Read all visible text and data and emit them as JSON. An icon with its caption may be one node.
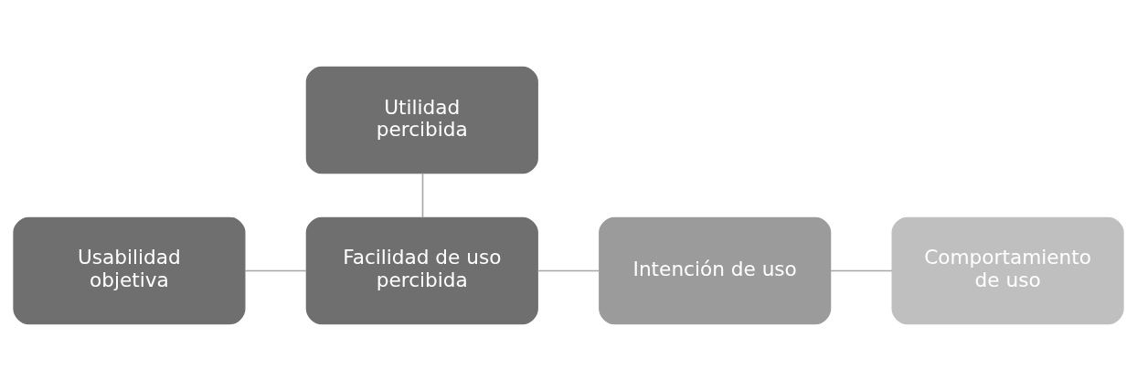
{
  "diagram": {
    "nodes": [
      {
        "text": [
          "Utilidad percibida"
        ]
      },
      {
        "text": [
          "Facilidad de uso percibida"
        ]
      },
      {
        "text": [
          "Intención de uso"
        ]
      },
      {
        "text": [
          "Comportamiento de uso"
        ]
      },
      {
        "text": [
          "Usabilidad objetiva"
        ]
      }
    ],
    "edges": [
      {
        "from": 0,
        "to": 1,
        "arrow": "none"
      },
      {
        "from": 1,
        "to": 2,
        "arrow": "none"
      },
      {
        "from": 2,
        "to": 3,
        "arrow": "none"
      },
      {
        "from": 4,
        "to": 1,
        "arrow": "none"
      }
    ]
  }
}
